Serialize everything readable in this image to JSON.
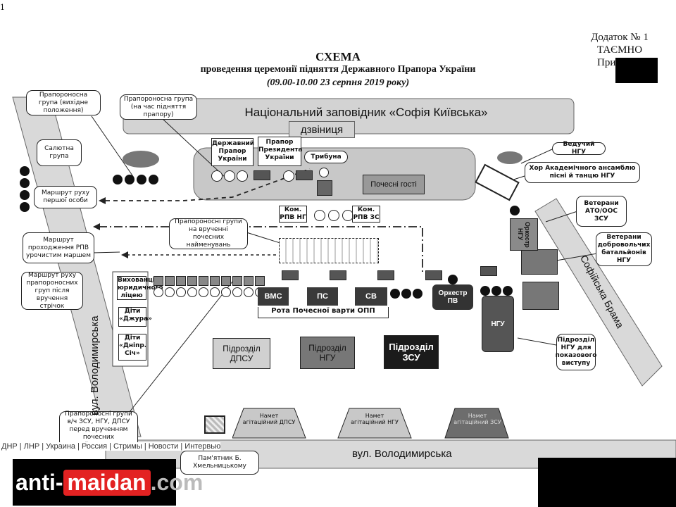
{
  "page_number": "1",
  "header": {
    "appendix": "Додаток № 1",
    "classification": "ТАЄМНО",
    "partial": "При"
  },
  "title": "СХЕМА",
  "subtitle": "проведення церемонії підняття Державного Прапора України",
  "date": "(09.00-10.00 23 серпня 2019 року)",
  "places": {
    "reserve": "Національний заповідник «Софія Київська»",
    "bell_tower": "дзвіниця",
    "tribune": "Трибуна",
    "guests": "Почесні гості",
    "street_left": "вул. Володимирська",
    "street_bottom": "вул. Володимирська",
    "gate": "Софійська Брама"
  },
  "callouts": {
    "flag_group_start": "Прапороносна група (вихідне положення)",
    "flag_group_raising": "Прапороносна група (на час підняття прапору)",
    "salute_group": "Салютна група",
    "route_first_person": "Маршрут руху першої особи",
    "route_rpv": "Маршрут проходження РПВ урочистим маршем",
    "route_flag_groups": "Маршрут руху прапороносних груп після вручення стрічок",
    "flag_groups_awards": "Прапороносні групи на врученні почесних найменувань",
    "flag_groups_units": "Прапороносні групи в/ч ЗСУ, НГУ, ДПСУ перед врученням почесних найменувань",
    "monument": "Пам'ятник Б. Хмельницькому",
    "host": "Ведучий НГУ",
    "choir": "Хор Академічного ансамблю пісні й танцю НГУ",
    "veterans_ato": "Ветерани АТО/ООС ЗСУ",
    "veterans_volunteer": "Ветерани добровольчих батальйонів НГУ",
    "ngu_demo": "Підрозділ НГУ для показового виступу"
  },
  "labels": {
    "state_flag": "Державний Прапор України",
    "president_flag": "Прапор Президента України",
    "kom_rpv_ng": "Ком. РПВ НГ",
    "kom_rpv_zs": "Ком. РПВ ЗС",
    "juridical_lyceum": "Вихованці юридичного ліцею",
    "children_jura": "Діти «Джура»",
    "children_sich": "Діти «Дніпр. Січ»",
    "orchestra_side": "Оркестр НГУ",
    "honor_guard": "Рота Почесної варти ОПП",
    "vms": "ВМС",
    "ps": "ПС",
    "sv": "СВ",
    "orchestra_pv": "Оркестр ПВ",
    "ngu": "НГУ",
    "unit_dpsu": "Підрозділ ДПСУ",
    "unit_ngu": "Підрозділ НГУ",
    "unit_zsu": "Підрозділ ЗСУ",
    "tent_dpsu": "Намет агітаційний ДПСУ",
    "tent_ngu": "Намет агітаційний НГУ",
    "tent_zsu": "Намет агітаційний ЗСУ"
  },
  "footer": {
    "nav": "ДНР | ЛНР | Украина | Россия | Стримы | Новости | Интервью",
    "logo_start": "anti-",
    "logo_mid": "maidan",
    "logo_end": ".com"
  }
}
